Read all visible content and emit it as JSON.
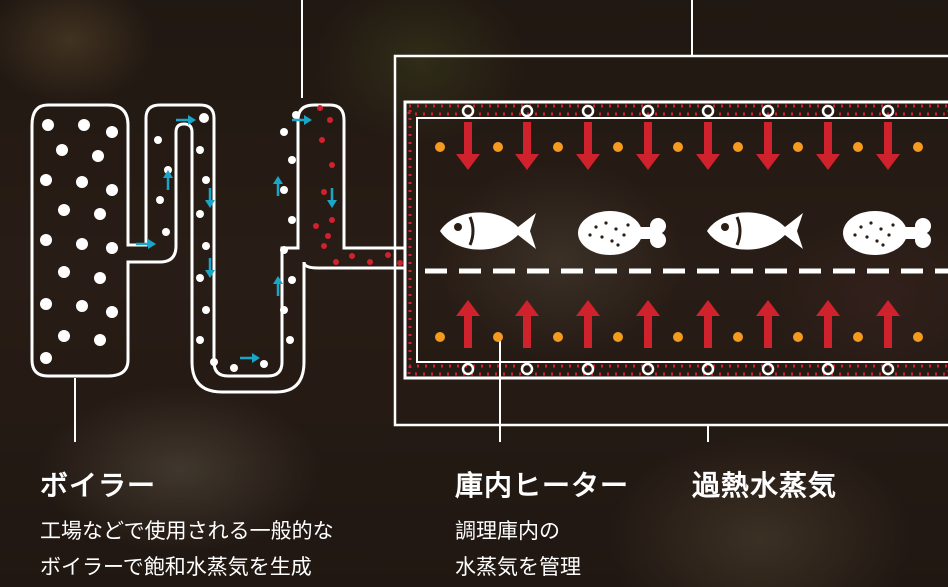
{
  "labels": {
    "boiler": {
      "title": "ボイラー",
      "lines": [
        "工場などで使用される一般的な",
        "ボイラーで飽和水蒸気を生成"
      ]
    },
    "heater": {
      "title": "庫内ヒーター",
      "lines": [
        "調理庫内の",
        "水蒸気を管理"
      ]
    },
    "steam": {
      "title": "過熱水蒸気"
    }
  },
  "icons": [
    "fish-icon",
    "chicken-leg-icon",
    "fish-icon",
    "chicken-leg-icon"
  ],
  "colors": {
    "line": "#ffffff",
    "arrow_red": "#d0222c",
    "flow_arrow": "#1aa6c8",
    "heater_dot": "#f39a1f"
  }
}
